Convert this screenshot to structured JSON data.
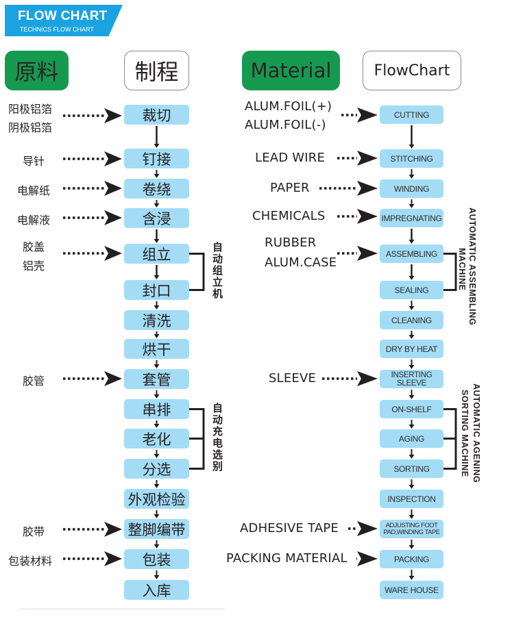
{
  "banner": {
    "title": "FLOW CHART",
    "subtitle": "TECHNICS FLOW CHART",
    "color": "#1aa3e0"
  },
  "chinese": {
    "material_header": "原料",
    "process_header": "制程",
    "steps": [
      "裁切",
      "钉接",
      "卷绕",
      "含浸",
      "组立",
      "封口",
      "清洗",
      "烘干",
      "套管",
      "串排",
      "老化",
      "分选",
      "外观检验",
      "整脚编带",
      "包装",
      "入库"
    ],
    "materials": [
      {
        "lines": [
          "阳极铝箔",
          "阴极铝箔"
        ],
        "target_step": 0
      },
      {
        "lines": [
          "导针"
        ],
        "target_step": 1
      },
      {
        "lines": [
          "电解纸"
        ],
        "target_step": 2
      },
      {
        "lines": [
          "电解液"
        ],
        "target_step": 3
      },
      {
        "lines": [
          "胶盖",
          "铝壳"
        ],
        "target_step": 4
      },
      {
        "lines": [
          "胶管"
        ],
        "target_step": 8
      },
      {
        "lines": [
          "胶带"
        ],
        "target_step": 13
      },
      {
        "lines": [
          "包装材料"
        ],
        "target_step": 14
      }
    ],
    "group_labels": [
      {
        "text": "自动组立机",
        "steps": [
          4,
          5
        ]
      },
      {
        "text": "自动充电选别",
        "steps": [
          9,
          10,
          11
        ]
      }
    ]
  },
  "english": {
    "material_header": "Material",
    "process_header": "FlowChart",
    "steps": [
      "CUTTING",
      "STITCHING",
      "WINDING",
      "IMPREGNATING",
      "ASSEMBLING",
      "SEALING",
      "CLEANING",
      "DRY BY HEAT",
      "INSERTING SLEEVE",
      "ON-SHELF",
      "AGING",
      "SORTING",
      "INSPECTION",
      "ADJUSTING FOOT PAD,WINDING TAPE",
      "PACKING",
      "WARE HOUSE"
    ],
    "materials": [
      {
        "lines": [
          "ALUM.FOIL(+)",
          "ALUM.FOIL(-)"
        ],
        "target_step": 0
      },
      {
        "lines": [
          "LEAD WIRE"
        ],
        "target_step": 1
      },
      {
        "lines": [
          "PAPER"
        ],
        "target_step": 2
      },
      {
        "lines": [
          "CHEMICALS"
        ],
        "target_step": 3
      },
      {
        "lines": [
          "RUBBER",
          "ALUM.CASE"
        ],
        "target_step": 4
      },
      {
        "lines": [
          "SLEEVE"
        ],
        "target_step": 8
      },
      {
        "lines": [
          "ADHESIVE TAPE"
        ],
        "target_step": 13
      },
      {
        "lines": [
          "PACKING MATERIAL"
        ],
        "target_step": 14
      }
    ],
    "group_labels": [
      {
        "text": "AUTOMATIC ASSEMBLING",
        "text2": "MACHINE",
        "steps": [
          4,
          5
        ]
      },
      {
        "text": "AUTOMATIC AGENING",
        "text2": "SORTING MACHINE",
        "steps": [
          9,
          10,
          11
        ]
      }
    ]
  },
  "colors": {
    "green_header": "#159a50",
    "step_fill": "#a4dcf5",
    "text": "#231f20"
  }
}
